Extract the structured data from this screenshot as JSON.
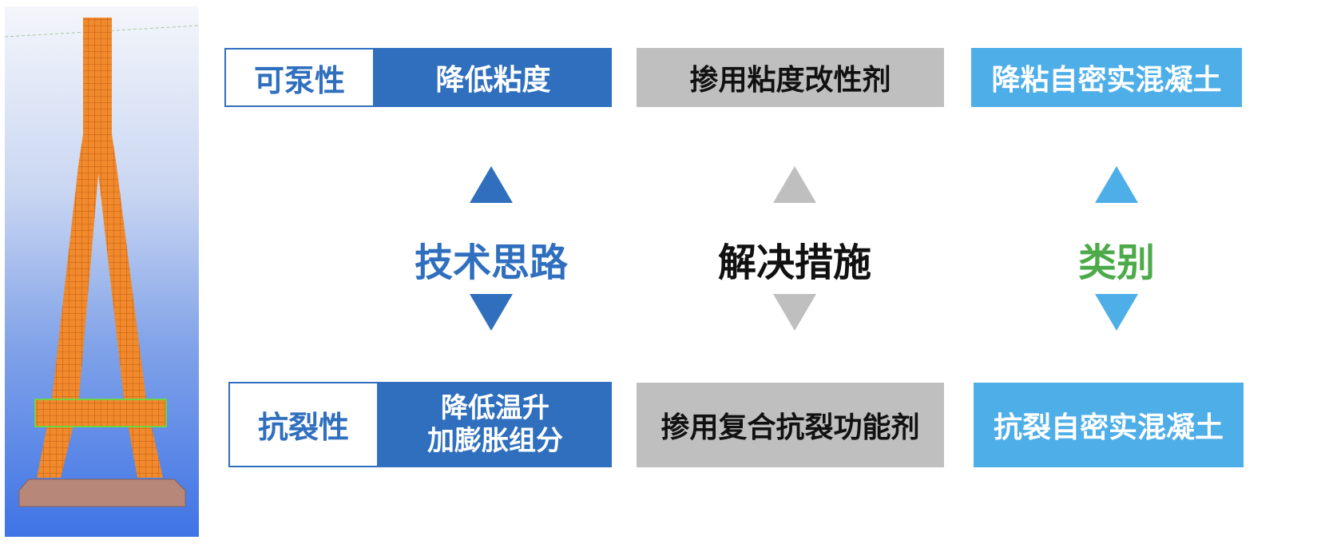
{
  "top_row": {
    "property_label": "可泵性",
    "approach": "降低粘度",
    "measure": "掺用粘度改性剂",
    "category": "降粘自密实混凝土"
  },
  "middle_row": {
    "approach_heading": "技术思路",
    "measure_heading": "解决措施",
    "category_heading": "类别"
  },
  "bottom_row": {
    "property_label": "抗裂性",
    "approach_line1": "降低温升",
    "approach_line2": "加膨胀组分",
    "measure": "掺用复合抗裂功能剂",
    "category": "抗裂自密实混凝土"
  },
  "colors": {
    "dark_blue": "#2f6fbe",
    "gray": "#bfbfbf",
    "light_blue": "#4eaee8",
    "green": "#4daa4a"
  }
}
